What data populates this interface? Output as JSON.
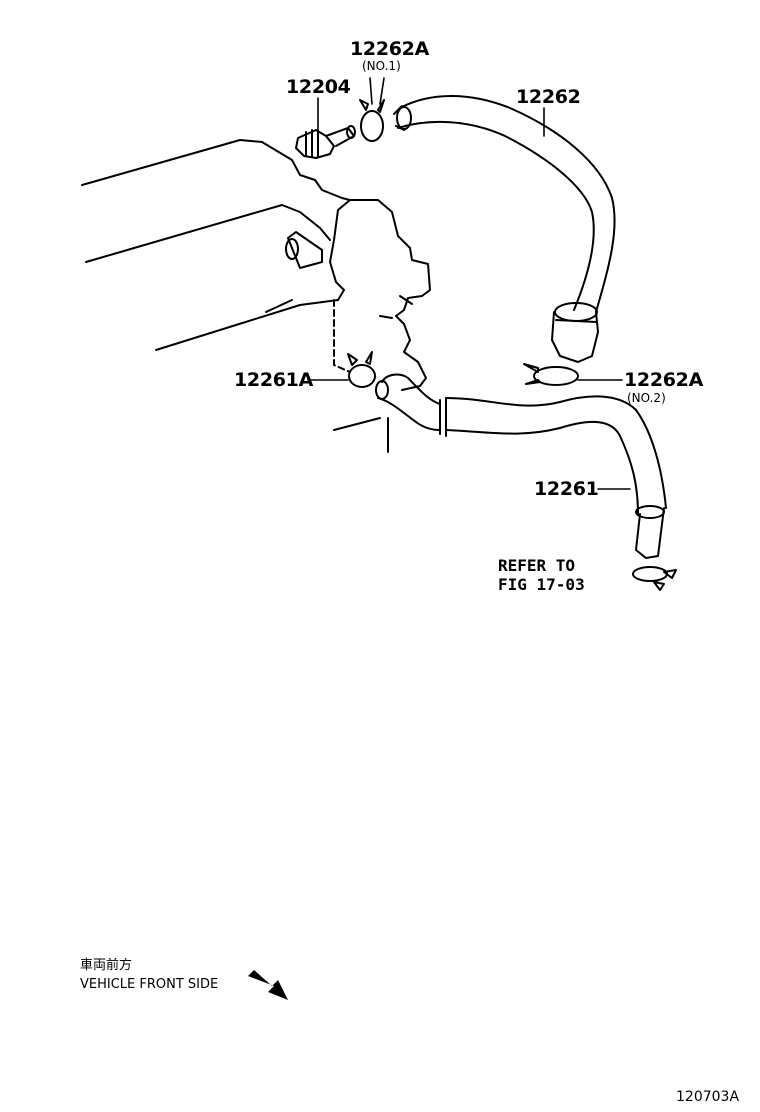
{
  "parts": {
    "p12262A_no1": {
      "number": "12262A",
      "note": "(NO.1)"
    },
    "p12204": {
      "number": "12204"
    },
    "p12262": {
      "number": "12262"
    },
    "p12261A": {
      "number": "12261A"
    },
    "p12262A_no2": {
      "number": "12262A",
      "note": "(NO.2)"
    },
    "p12261": {
      "number": "12261"
    }
  },
  "reference": {
    "line1": "REFER TO",
    "line2": "FIG 17-03"
  },
  "orientation": {
    "japanese": "車両前方",
    "english": "VEHICLE FRONT SIDE",
    "arrow_icon": "arrow-down-right-icon"
  },
  "figure_id": "120703A"
}
